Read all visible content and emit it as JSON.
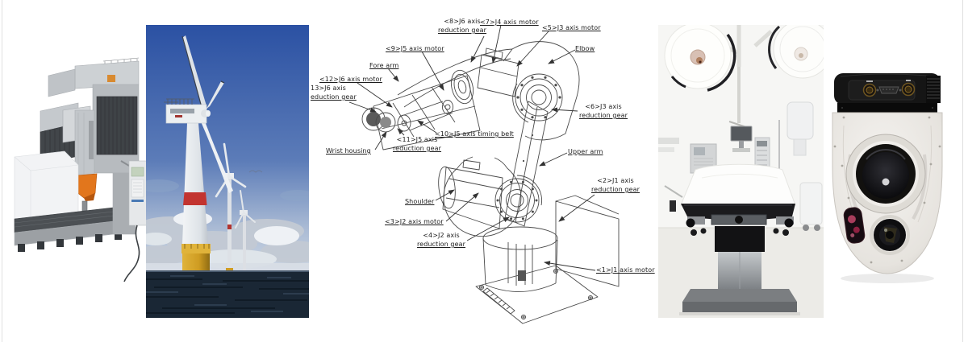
{
  "canvas": {
    "background": "#ffffff",
    "edge_line_color": "#e0e0e0"
  },
  "diagram": {
    "line_color": "#4a4a4a",
    "labels": [
      {
        "line1": "<8>J6 axis",
        "line2": "reduction gear"
      },
      {
        "line1": "<7>J4 axis motor"
      },
      {
        "line1": "<5>J3 axis motor"
      },
      {
        "line1": "<9>J5 axis motor"
      },
      {
        "line1": "Elbow"
      },
      {
        "line1": "Fore arm"
      },
      {
        "line1": "<12>J6 axis motor"
      },
      {
        "line1": "13>J6 axis",
        "line2": "eduction gear"
      },
      {
        "line1": "Wrist housing"
      },
      {
        "line1": "<11>J5 axis",
        "line2": "reduction gear"
      },
      {
        "line1": "<10>J5 axis timing belt"
      },
      {
        "line1": "<6>J3 axis",
        "line2": "reduction gear"
      },
      {
        "line1": "Upper arm"
      },
      {
        "line1": "Shoulder"
      },
      {
        "line1": "<3>J2 axis motor"
      },
      {
        "line1": "<4>J2 axis",
        "line2": "reduction gear"
      },
      {
        "line1": "<2>J1 axis",
        "line2": "reduction gear"
      },
      {
        "line1": "<1>J1 axis motor"
      }
    ]
  },
  "panels": {
    "cnc": {
      "name": "cnc-gantry-machining-center",
      "accent_orange": "#e2761c",
      "frame_gray": "#bfc3c7",
      "bellows_dark": "#3f4347"
    },
    "wind": {
      "name": "offshore-wind-turbines",
      "sky_top": "#2b51a3",
      "sky_horizon": "#c7d2e0",
      "sea": "#1a2735",
      "foundation_yellow": "#cf9c22",
      "stripe_red": "#c23430"
    },
    "robot": {
      "name": "robot-arm-axis-diagram"
    },
    "or": {
      "name": "operating-room",
      "table_base_gray": "#66696c",
      "pad_black": "#1b1b1d"
    },
    "camera": {
      "name": "gimbal-camera-pod",
      "body_white": "#e9e7e3",
      "top_black": "#151515",
      "connector_gold": "#b5893a",
      "ir_window_red": "#c2476a"
    }
  }
}
